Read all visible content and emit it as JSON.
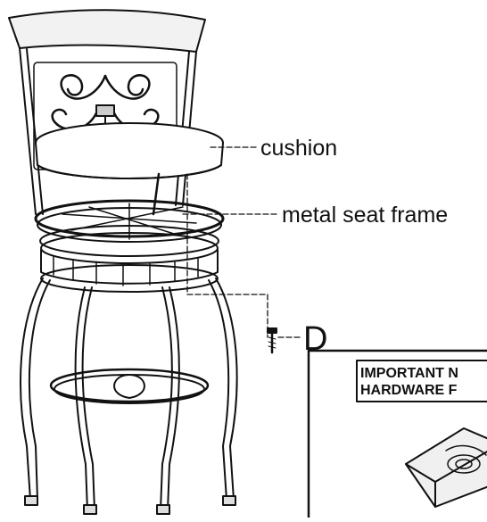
{
  "labels": {
    "cushion": "cushion",
    "seat_frame": "metal seat frame",
    "part_letter": "D"
  },
  "notice": {
    "line1": "IMPORTANT N",
    "line2": "HARDWARE F"
  },
  "colors": {
    "ink": "#111111",
    "paper": "#ffffff"
  }
}
